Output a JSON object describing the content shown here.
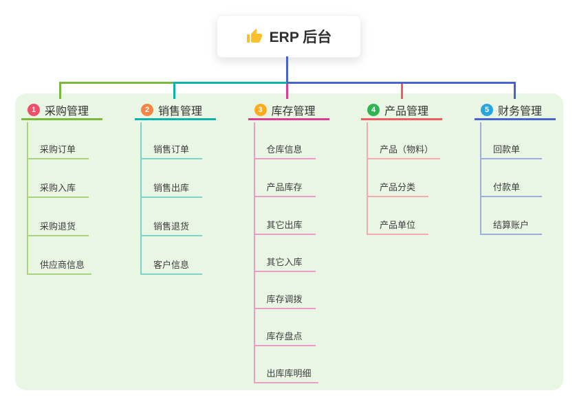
{
  "root": {
    "label": "ERP 后台",
    "icon": "thumbs-up-icon"
  },
  "branches": [
    {
      "number": "1",
      "title": "采购管理",
      "color": "#7ab83e",
      "light_color": "#a9d47c",
      "circle_color": "#ee4e68",
      "children": [
        "采购订单",
        "采购入库",
        "采购退货",
        "供应商信息"
      ]
    },
    {
      "number": "2",
      "title": "销售管理",
      "color": "#0db3ab",
      "light_color": "#7fd2cc",
      "circle_color": "#f58445",
      "children": [
        "销售订单",
        "销售出库",
        "销售退货",
        "客户信息"
      ]
    },
    {
      "number": "3",
      "title": "库存管理",
      "color": "#dc3c94",
      "light_color": "#eb9cc8",
      "circle_color": "#fbab20",
      "children": [
        "仓库信息",
        "产品库存",
        "其它出库",
        "其它入库",
        "库存调拨",
        "库存盘点",
        "出库库明细"
      ]
    },
    {
      "number": "4",
      "title": "产品管理",
      "color": "#f15a5e",
      "light_color": "#f7a9ab",
      "circle_color": "#2db553",
      "children": [
        "产品（物料）",
        "产品分类",
        "产品单位"
      ]
    },
    {
      "number": "5",
      "title": "财务管理",
      "color": "#4664cc",
      "light_color": "#9fadde",
      "circle_color": "#28a6e0",
      "children": [
        "回款单",
        "付款单",
        "结算账户"
      ]
    }
  ],
  "colors": {
    "panel_bg": "#e9f6e4",
    "root_line": "#4664cc",
    "thumb_icon": "#fbc02d",
    "text": "#333333"
  }
}
